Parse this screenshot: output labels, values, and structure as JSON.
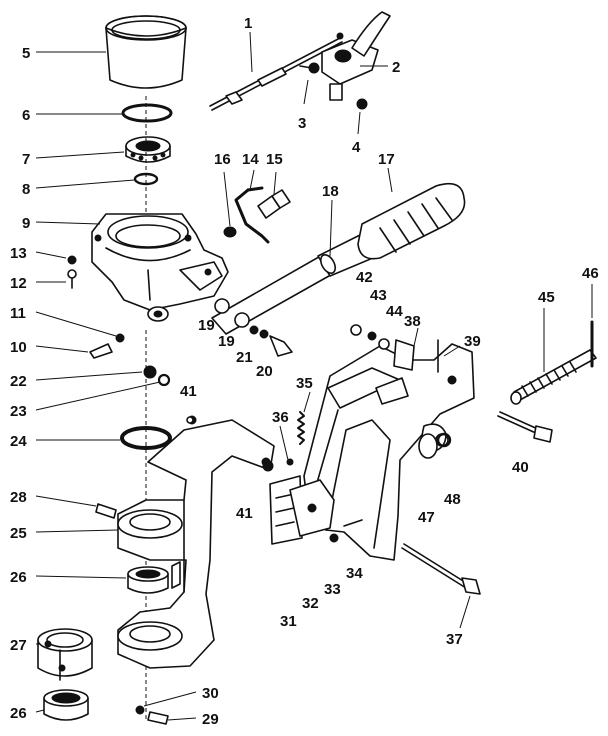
{
  "callouts": [
    "1",
    "2",
    "3",
    "4",
    "5",
    "6",
    "7",
    "8",
    "9",
    "10",
    "11",
    "12",
    "13",
    "14",
    "15",
    "16",
    "17",
    "18",
    "19",
    "19",
    "20",
    "21",
    "22",
    "23",
    "24",
    "25",
    "26",
    "26",
    "27",
    "28",
    "29",
    "30",
    "31",
    "32",
    "33",
    "34",
    "35",
    "36",
    "37",
    "38",
    "39",
    "40",
    "41",
    "41",
    "42",
    "43",
    "44",
    "45",
    "46",
    "47",
    "48"
  ]
}
